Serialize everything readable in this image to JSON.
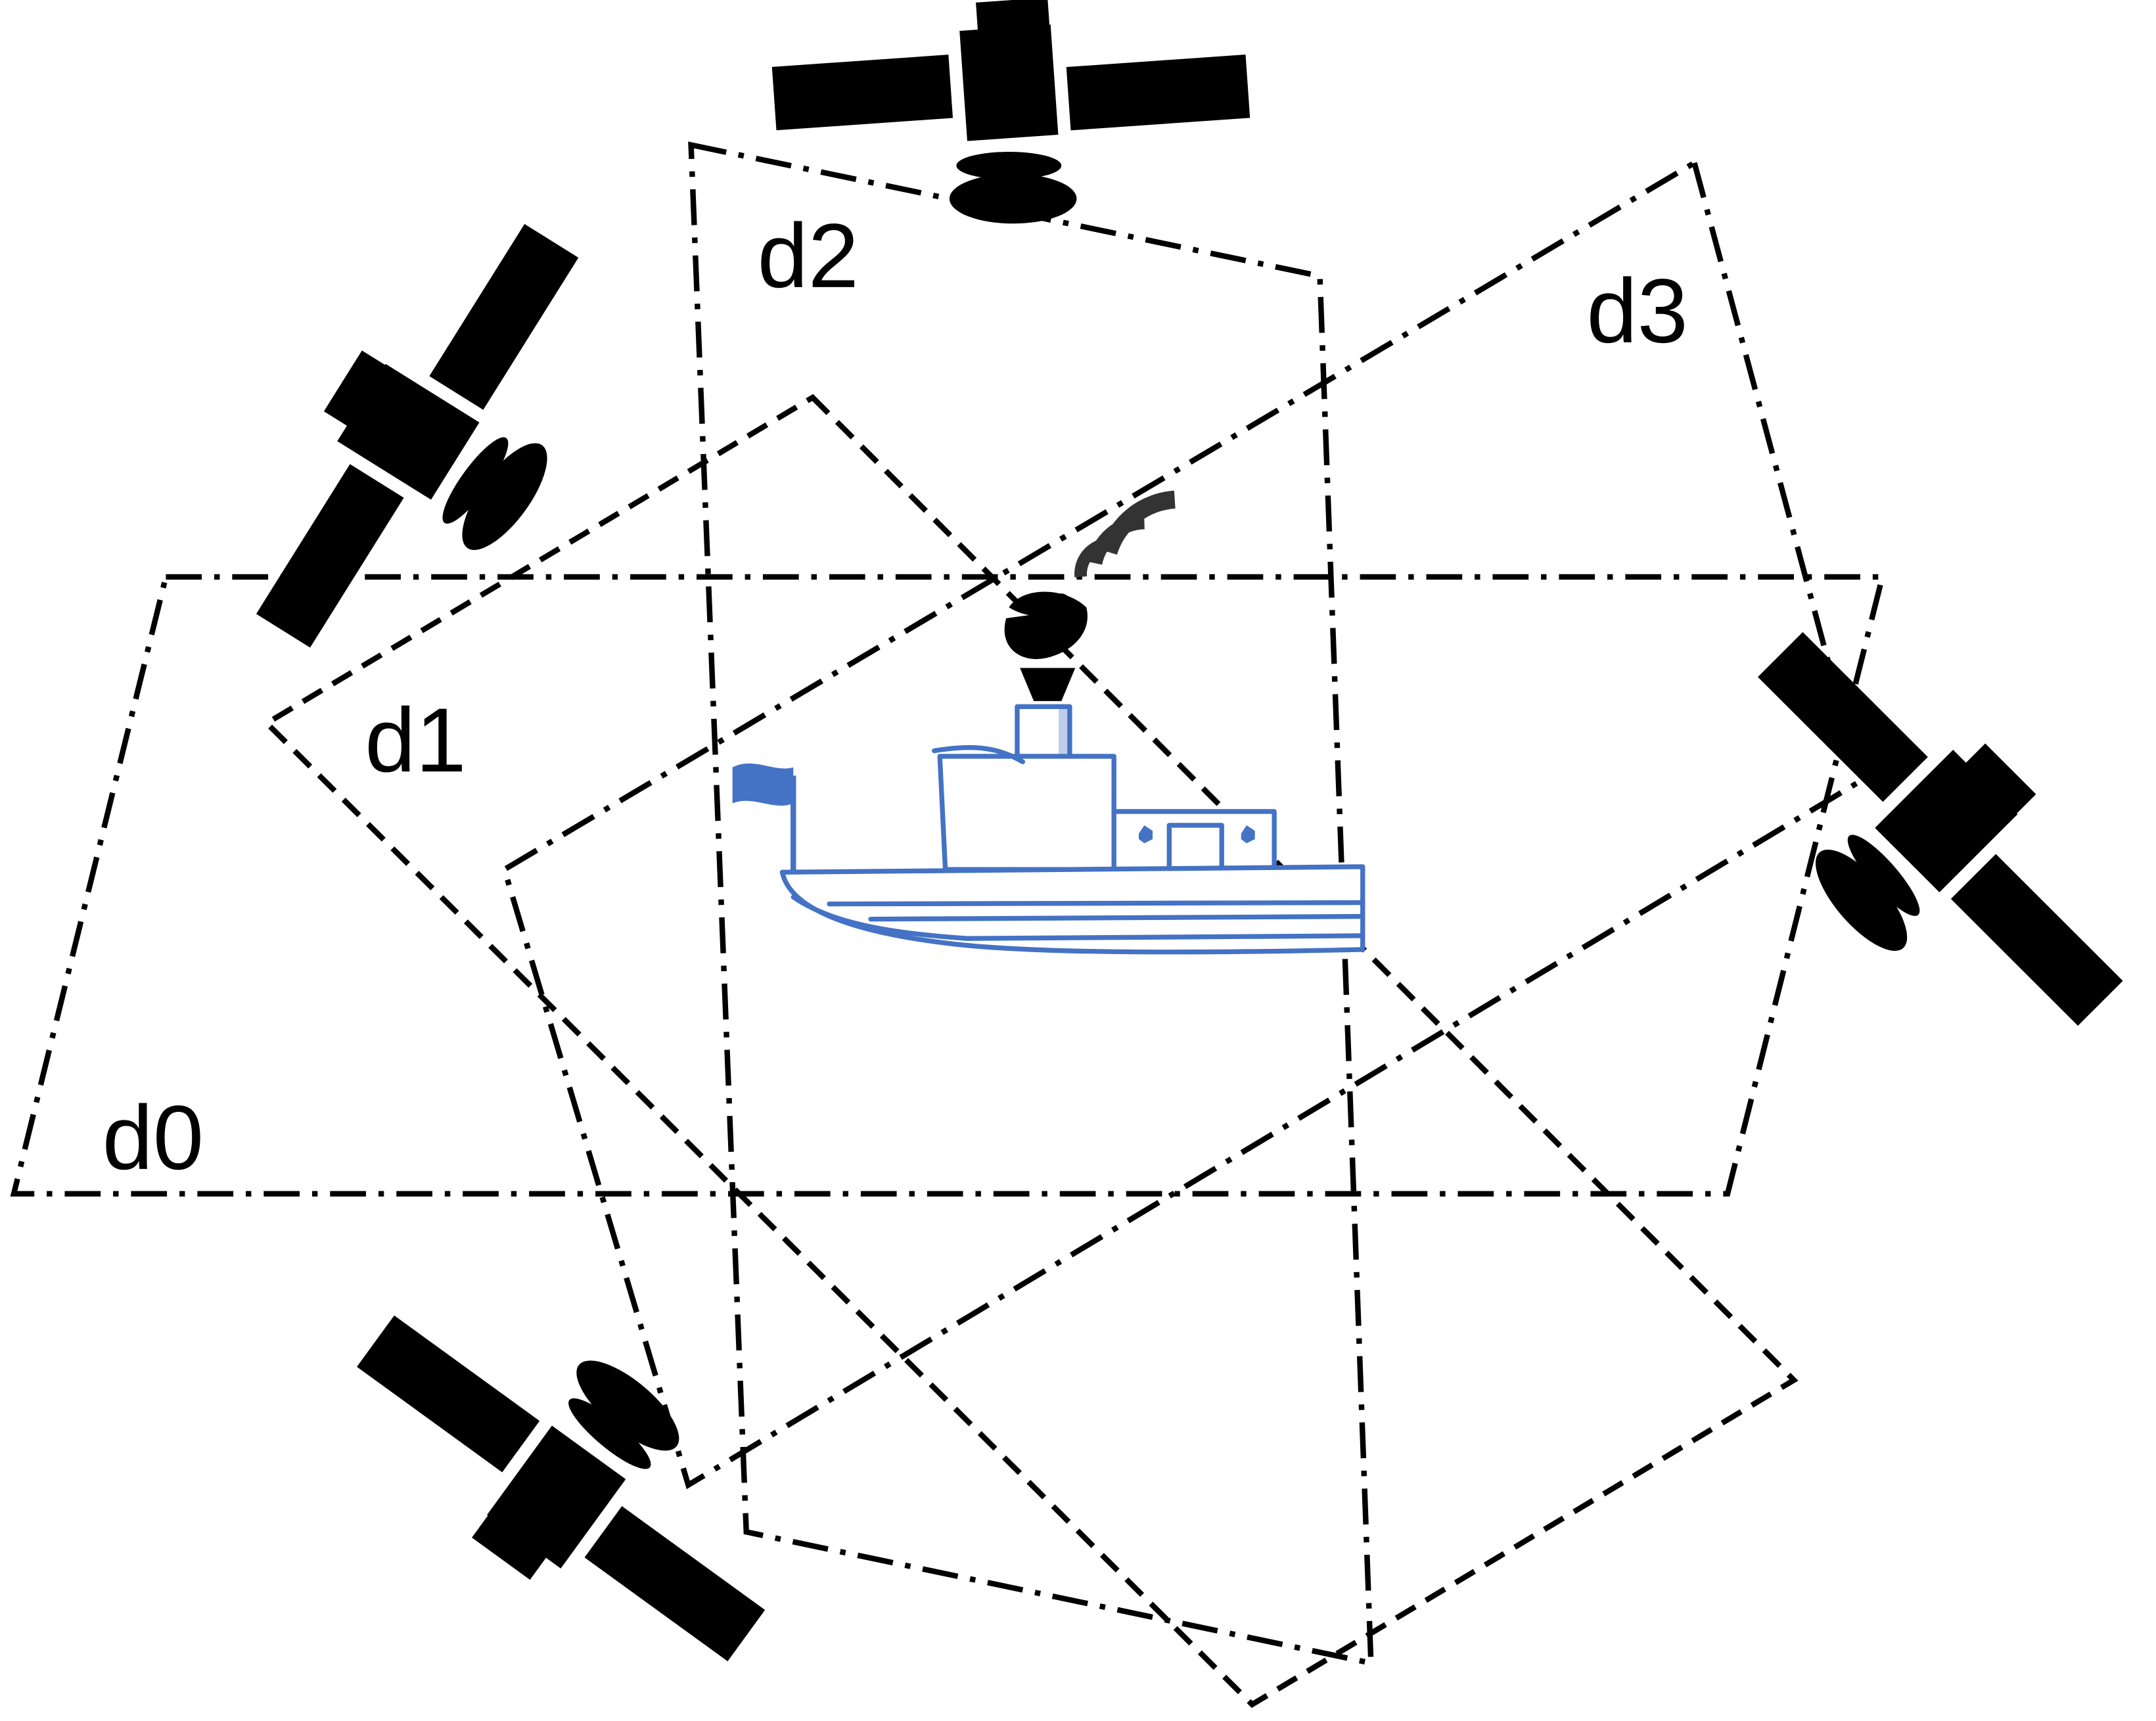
{
  "labels": {
    "d0": "d0",
    "d1": "d1",
    "d2": "d2",
    "d3": "d3"
  },
  "colors": {
    "line": "#000000",
    "ship": "#4472c4",
    "flag": "#4472c4",
    "satellite": "#000000",
    "background": "#ffffff"
  },
  "icons": {
    "satellite": "satellite-icon",
    "ship": "ship-icon",
    "antenna": "satellite-dish-icon",
    "signal": "signal-waves-icon"
  }
}
